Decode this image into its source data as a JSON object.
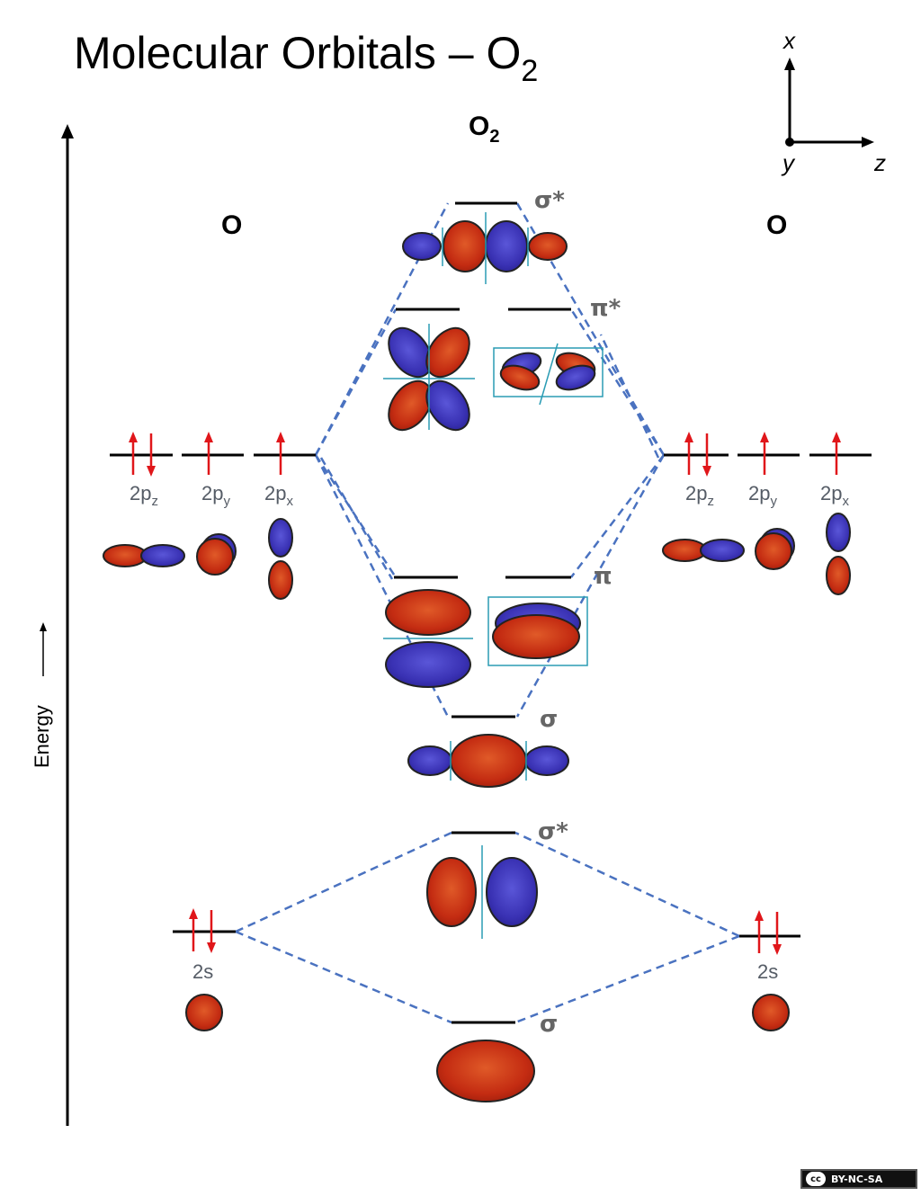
{
  "title": {
    "text": "Molecular Orbitals – O",
    "subscript": "2"
  },
  "molecule": {
    "text": "O",
    "subscript": "2"
  },
  "atoms": {
    "left": "O",
    "right": "O"
  },
  "axes": {
    "x": "x",
    "y": "y",
    "z": "z"
  },
  "energy_axis_label": "Energy",
  "atomic_orbitals": {
    "left_2p": [
      {
        "base": "2p",
        "sub": "z",
        "electrons": "↑↓"
      },
      {
        "base": "2p",
        "sub": "y",
        "electrons": "↑"
      },
      {
        "base": "2p",
        "sub": "x",
        "electrons": "↑"
      }
    ],
    "right_2p": [
      {
        "base": "2p",
        "sub": "z",
        "electrons": "↑↓"
      },
      {
        "base": "2p",
        "sub": "y",
        "electrons": "↑"
      },
      {
        "base": "2p",
        "sub": "x",
        "electrons": "↑"
      }
    ],
    "left_2s": {
      "label": "2s",
      "electrons": "↑↓"
    },
    "right_2s": {
      "label": "2s",
      "electrons": "↑↓"
    }
  },
  "molecular_orbitals": {
    "sigma_star_2p": "σ*",
    "pi_star_2p": "π*",
    "pi_2p": "π",
    "sigma_2p": "σ",
    "sigma_star_2s": "σ*",
    "sigma_2s": "σ"
  },
  "colors": {
    "positive_lobe": "#c42c12",
    "negative_lobe": "#3a32b4",
    "connector": "#4a72c0",
    "electron_arrow": "#e0161a",
    "nodal_plane": "#2a9cb4"
  },
  "license": {
    "icon": "cc-icon",
    "text": "BY-NC-SA"
  }
}
